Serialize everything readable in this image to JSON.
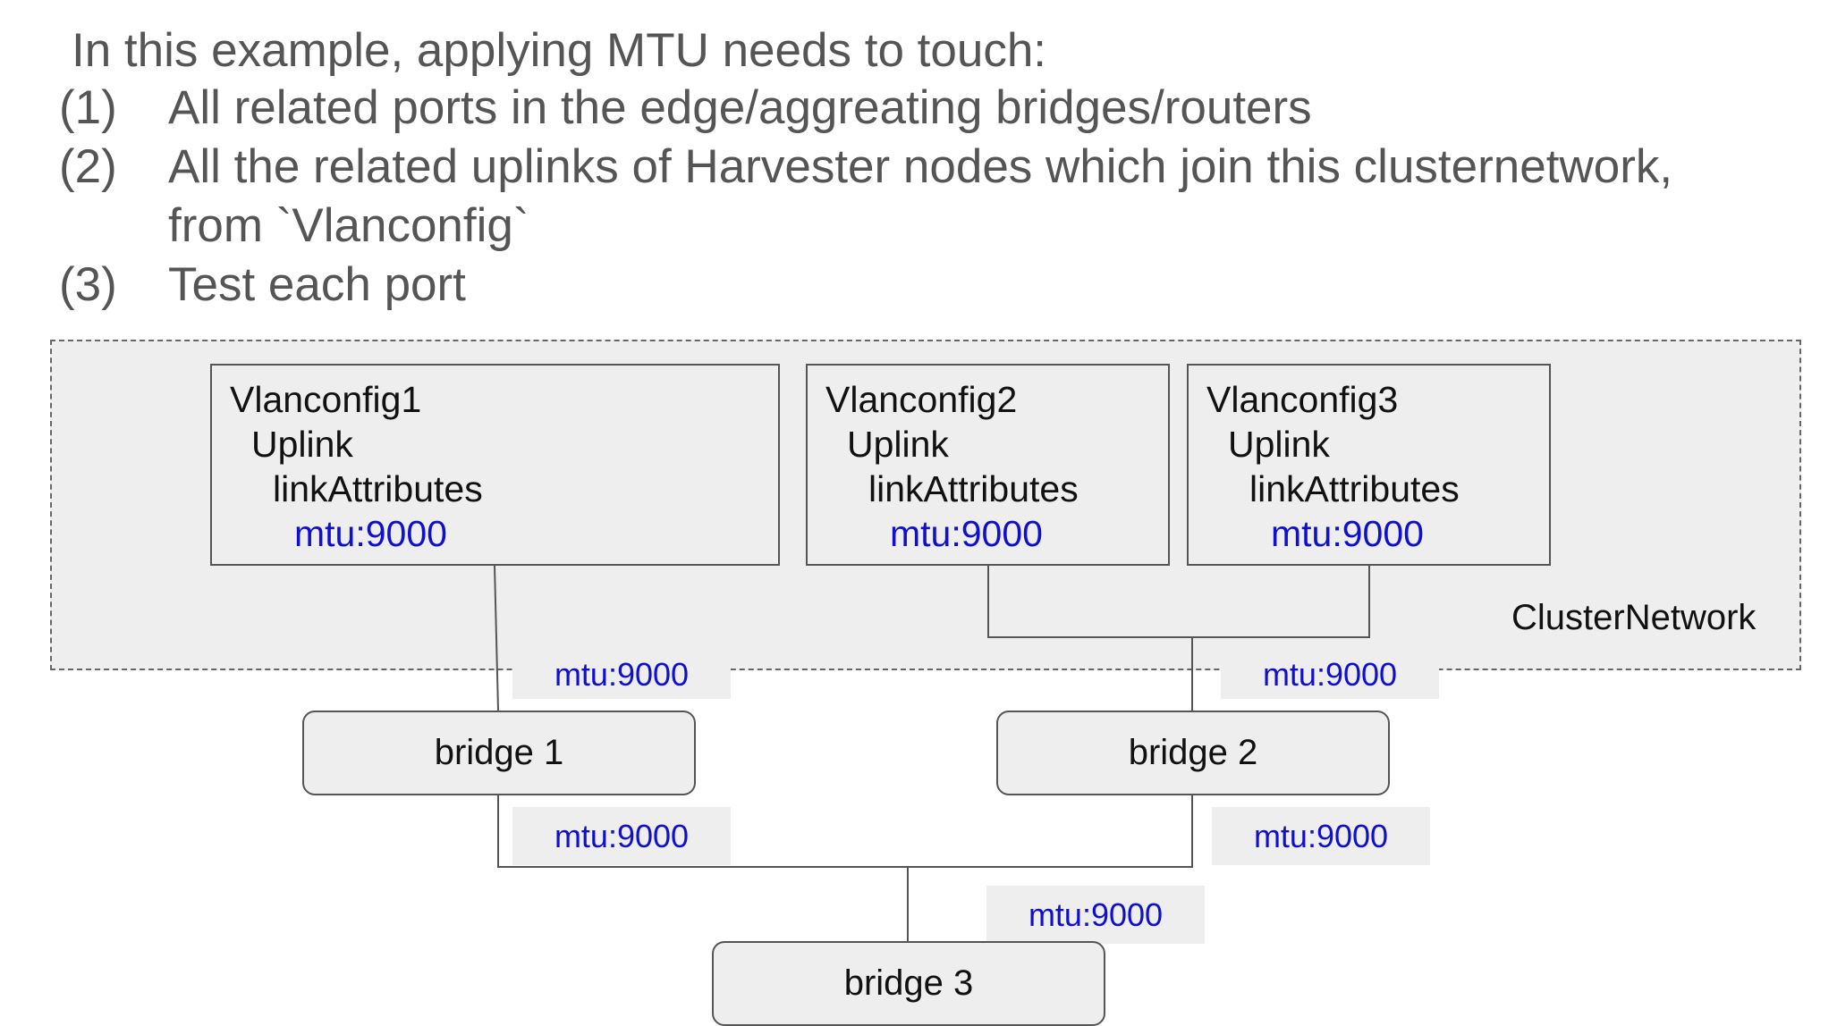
{
  "intro": {
    "heading": "In this example, applying MTU needs to touch:",
    "items": [
      {
        "num": "(1)",
        "lines": [
          "All related ports in the edge/aggreating bridges/routers"
        ]
      },
      {
        "num": "(2)",
        "lines": [
          "All the related uplinks of Harvester nodes which join this clusternetwork,",
          "from `Vlanconfig`"
        ]
      },
      {
        "num": "(3)",
        "lines": [
          "Test each port"
        ]
      }
    ]
  },
  "diagram": {
    "cluster_label": "ClusterNetwork",
    "vlanconfigs": [
      {
        "name": "Vlanconfig1",
        "uplink": "Uplink",
        "attrs": "linkAttributes",
        "mtu": "mtu:9000"
      },
      {
        "name": "Vlanconfig2",
        "uplink": "Uplink",
        "attrs": "linkAttributes",
        "mtu": "mtu:9000"
      },
      {
        "name": "Vlanconfig3",
        "uplink": "Uplink",
        "attrs": "linkAttributes",
        "mtu": "mtu:9000"
      }
    ],
    "bridges": [
      "bridge 1",
      "bridge 2",
      "bridge 3"
    ],
    "link_labels": [
      "mtu:9000",
      "mtu:9000",
      "mtu:9000",
      "mtu:9000",
      "mtu:9000"
    ]
  },
  "colors": {
    "mtu_text": "#1010cc",
    "intro_text": "#555555",
    "box_fill": "#eeeeee",
    "border": "#555555"
  }
}
